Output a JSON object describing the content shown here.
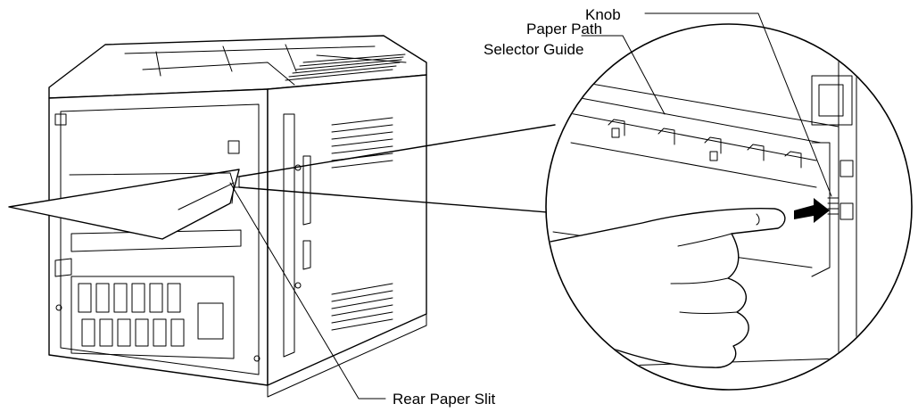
{
  "labels": {
    "knob": "Knob",
    "guide_line1": "Paper Path",
    "guide_line2": "Selector Guide",
    "rear_slit": "Rear Paper Slit"
  },
  "icons": [
    "printer-illustration",
    "magnified-detail",
    "hand-illustration",
    "arrow-icon"
  ],
  "colors": {
    "line": "#000000",
    "background": "#ffffff"
  }
}
